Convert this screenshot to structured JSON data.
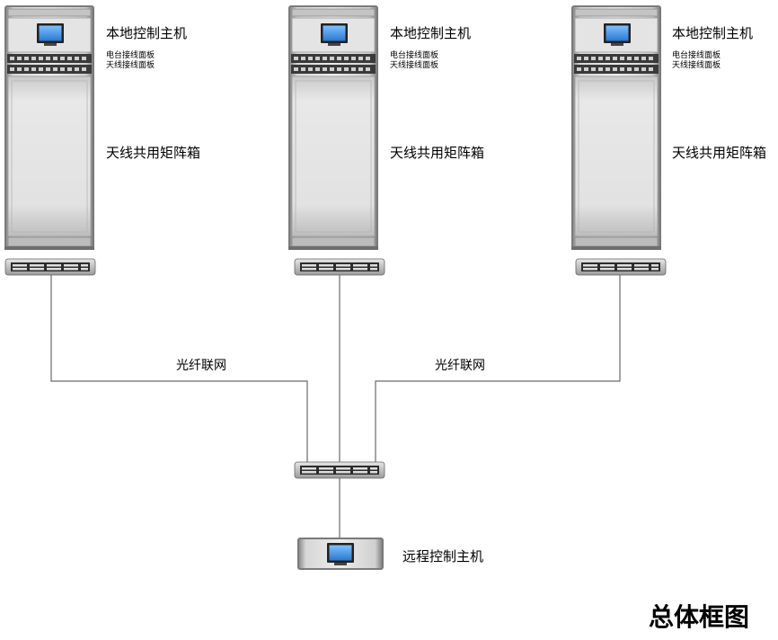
{
  "racks": [
    {
      "host_label": "本地控制主机",
      "panel_radio_label": "电台接线面板",
      "panel_antenna_label": "天线接线面板",
      "matrix_label": "天线共用矩阵箱"
    },
    {
      "host_label": "本地控制主机",
      "panel_radio_label": "电台接线面板",
      "panel_antenna_label": "天线接线面板",
      "matrix_label": "天线共用矩阵箱"
    },
    {
      "host_label": "本地控制主机",
      "panel_radio_label": "电台接线面板",
      "panel_antenna_label": "天线接线面板",
      "matrix_label": "天线共用矩阵箱"
    }
  ],
  "network": {
    "left_link_label": "光纤联网",
    "right_link_label": "光纤联网"
  },
  "remote": {
    "label": "远程控制主机"
  },
  "diagram_title": "总体框图",
  "colors": {
    "rack_frame": "#707070",
    "rack_body": "#d8d8d8",
    "screen": "#3a8fe0",
    "line": "#6a6a6a"
  }
}
